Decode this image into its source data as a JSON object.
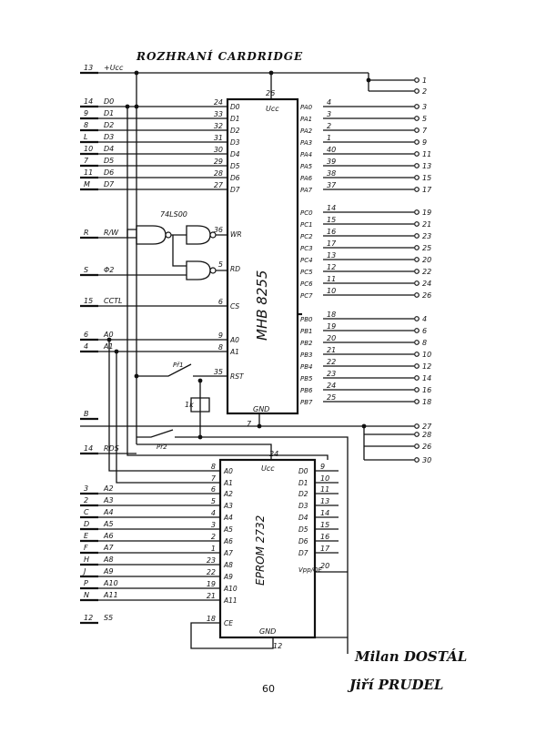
{
  "title": "ROZHRANÍ CARDRIDGE",
  "vcc_label": "+Ucc",
  "page_number": "60",
  "authors": [
    "Milan DOSTÁL",
    "Jiří PRUDEL"
  ],
  "u8255": {
    "name": "MHB 8255",
    "pin_vcc": "26",
    "vcc": "Ucc",
    "pin_gnd": "7",
    "gnd": "GND",
    "left_pins": [
      {
        "num": "24",
        "name": "D0"
      },
      {
        "num": "33",
        "name": "D1"
      },
      {
        "num": "32",
        "name": "D2"
      },
      {
        "num": "31",
        "name": "D3"
      },
      {
        "num": "30",
        "name": "D4"
      },
      {
        "num": "29",
        "name": "D5"
      },
      {
        "num": "28",
        "name": "D6"
      },
      {
        "num": "27",
        "name": "D7"
      },
      {
        "num": "36",
        "name": "WR"
      },
      {
        "num": "5",
        "name": "RD"
      },
      {
        "num": "6",
        "name": "CS"
      },
      {
        "num": "9",
        "name": "A0"
      },
      {
        "num": "8",
        "name": "A1"
      },
      {
        "num": "35",
        "name": "RST"
      }
    ],
    "port_a": [
      {
        "num": "4",
        "name": "PA0",
        "con": "3"
      },
      {
        "num": "3",
        "name": "PA1",
        "con": "5"
      },
      {
        "num": "2",
        "name": "PA2",
        "con": "7"
      },
      {
        "num": "1",
        "name": "PA3",
        "con": "9"
      },
      {
        "num": "40",
        "name": "PA4",
        "con": "11"
      },
      {
        "num": "39",
        "name": "PA5",
        "con": "13"
      },
      {
        "num": "38",
        "name": "PA6",
        "con": "15"
      },
      {
        "num": "37",
        "name": "PA7",
        "con": "17"
      }
    ],
    "port_c": [
      {
        "num": "14",
        "name": "PC0",
        "con": "19"
      },
      {
        "num": "15",
        "name": "PC1",
        "con": "21"
      },
      {
        "num": "16",
        "name": "PC2",
        "con": "23"
      },
      {
        "num": "17",
        "name": "PC3",
        "con": "25"
      },
      {
        "num": "13",
        "name": "PC4",
        "con": "20"
      },
      {
        "num": "12",
        "name": "PC5",
        "con": "22"
      },
      {
        "num": "11",
        "name": "PC6",
        "con": "24"
      },
      {
        "num": "10",
        "name": "PC7",
        "con": "26"
      }
    ],
    "port_b": [
      {
        "num": "18",
        "name": "PB0",
        "con": "4"
      },
      {
        "num": "19",
        "name": "PB1",
        "con": "6"
      },
      {
        "num": "20",
        "name": "PB2",
        "con": "8"
      },
      {
        "num": "21",
        "name": "PB3",
        "con": "10"
      },
      {
        "num": "22",
        "name": "PB4",
        "con": "12"
      },
      {
        "num": "23",
        "name": "PB5",
        "con": "14"
      },
      {
        "num": "24",
        "name": "PB6",
        "con": "16"
      },
      {
        "num": "25",
        "name": "PB7",
        "con": "18"
      }
    ]
  },
  "eprom": {
    "name": "EPROM 2732",
    "pin_vcc": "24",
    "vcc": "Ucc",
    "pin_gnd": "12",
    "gnd": "GND",
    "left_pins": [
      {
        "num": "8",
        "name": "A0"
      },
      {
        "num": "7",
        "name": "A1"
      },
      {
        "num": "6",
        "name": "A2"
      },
      {
        "num": "5",
        "name": "A3"
      },
      {
        "num": "4",
        "name": "A4"
      },
      {
        "num": "3",
        "name": "A5"
      },
      {
        "num": "2",
        "name": "A6"
      },
      {
        "num": "1",
        "name": "A7"
      },
      {
        "num": "23",
        "name": "A8"
      },
      {
        "num": "22",
        "name": "A9"
      },
      {
        "num": "19",
        "name": "A10"
      },
      {
        "num": "21",
        "name": "A11"
      },
      {
        "num": "18",
        "name": "CE"
      }
    ],
    "right_pins": [
      {
        "num": "9",
        "name": "D0"
      },
      {
        "num": "10",
        "name": "D1"
      },
      {
        "num": "11",
        "name": "D2"
      },
      {
        "num": "13",
        "name": "D3"
      },
      {
        "num": "14",
        "name": "D4"
      },
      {
        "num": "15",
        "name": "D5"
      },
      {
        "num": "16",
        "name": "D6"
      },
      {
        "num": "17",
        "name": "D7"
      }
    ],
    "vpp_pin": {
      "num": "20",
      "name": "Vpp/OE"
    }
  },
  "left_signals": [
    {
      "con": "13",
      "name": "+Ucc"
    },
    {
      "con": "14",
      "name": "D0"
    },
    {
      "con": "9",
      "name": "D1"
    },
    {
      "con": "8",
      "name": "D2"
    },
    {
      "con": "L",
      "name": "D3"
    },
    {
      "con": "10",
      "name": "D4"
    },
    {
      "con": "7",
      "name": "D5"
    },
    {
      "con": "11",
      "name": "D6"
    },
    {
      "con": "M",
      "name": "D7"
    },
    {
      "con": "R",
      "name": "R/W"
    },
    {
      "con": "S",
      "name": "Φ2"
    },
    {
      "con": "15",
      "name": "CCTL"
    },
    {
      "con": "6",
      "name": "A0"
    },
    {
      "con": "4",
      "name": "A1"
    },
    {
      "con": "B",
      "name": ""
    },
    {
      "con": "14",
      "name": "RDS"
    },
    {
      "con": "3",
      "name": "A2"
    },
    {
      "con": "2",
      "name": "A3"
    },
    {
      "con": "C",
      "name": "A4"
    },
    {
      "con": "D",
      "name": "A5"
    },
    {
      "con": "E",
      "name": "A6"
    },
    {
      "con": "F",
      "name": "A7"
    },
    {
      "con": "H",
      "name": "A8"
    },
    {
      "con": "J",
      "name": "A9"
    },
    {
      "con": "P",
      "name": "A10"
    },
    {
      "con": "N",
      "name": "A11"
    },
    {
      "con": "12",
      "name": "S5"
    }
  ],
  "right_top_cons": [
    "1",
    "2"
  ],
  "right_bottom_cons": [
    "27",
    "28",
    "26",
    "30"
  ],
  "gate_label": "74LS00",
  "switch_labels": [
    "Př1",
    "Př2"
  ],
  "resistor_label": "1k"
}
